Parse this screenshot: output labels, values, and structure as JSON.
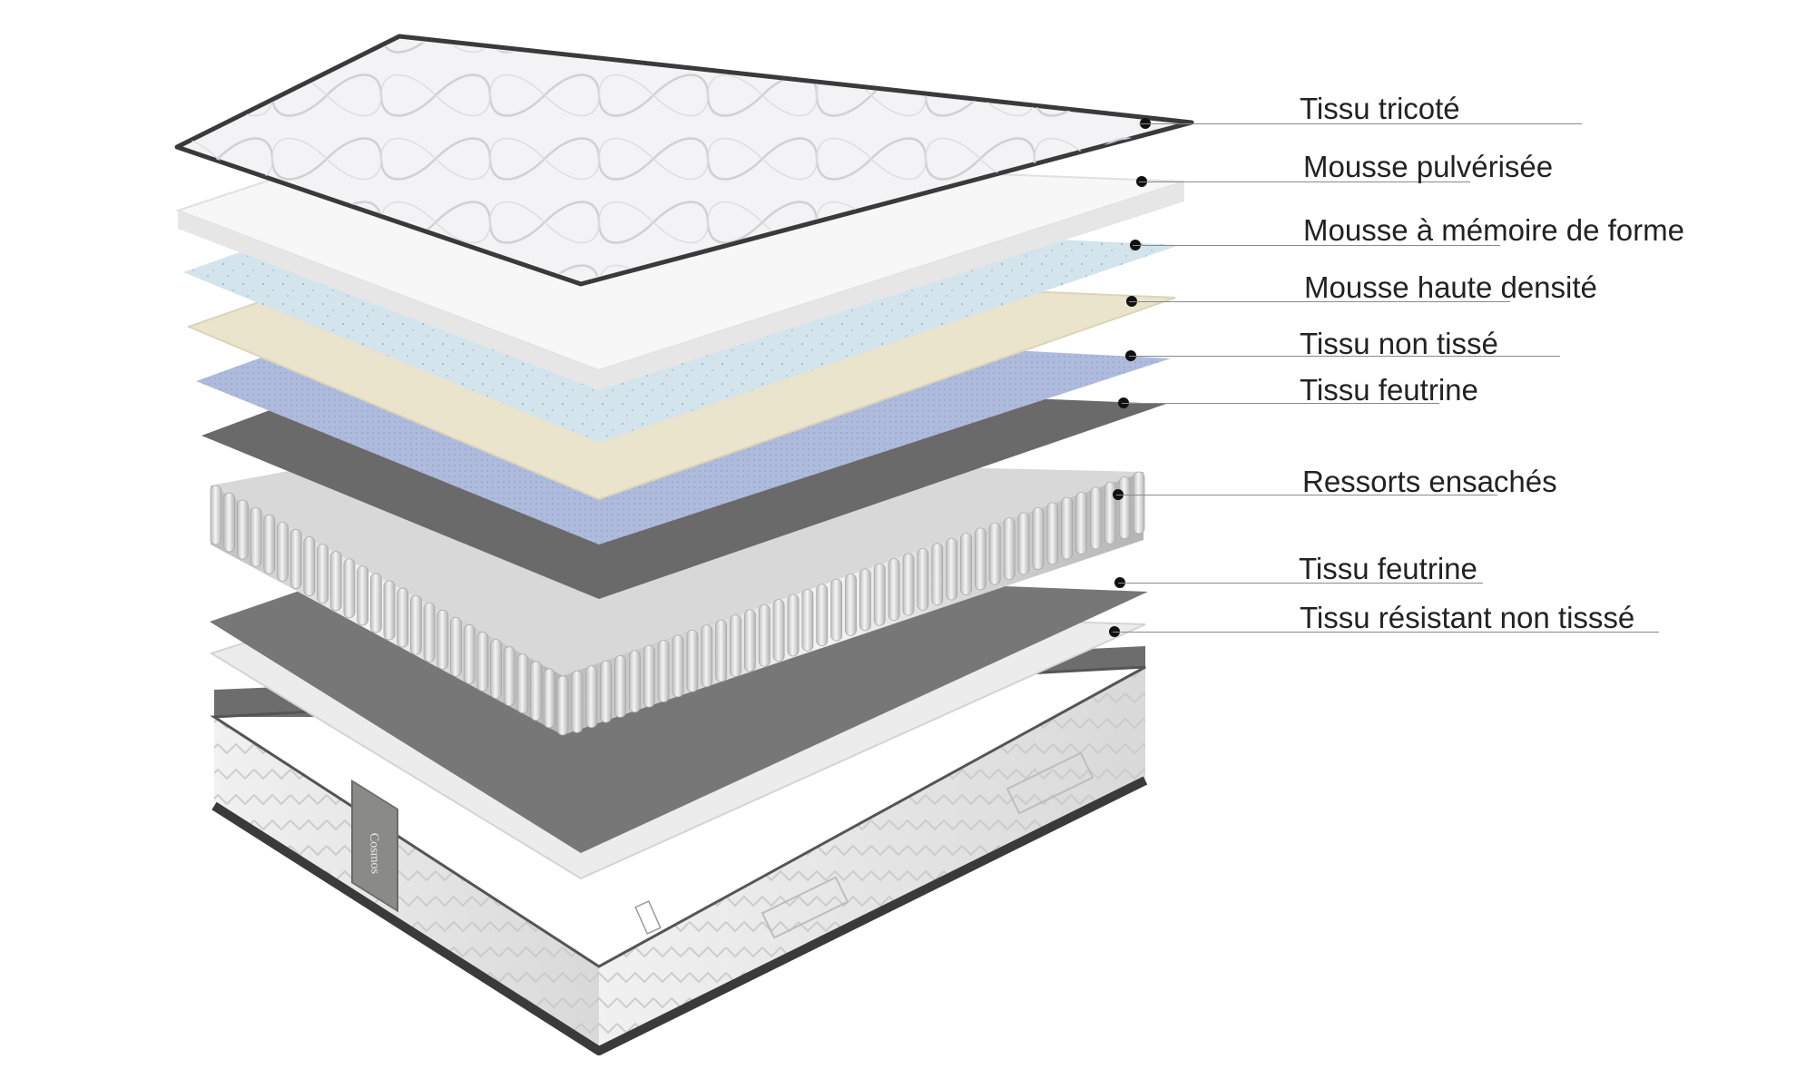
{
  "layers": [
    {
      "label": "Tissu tricoté"
    },
    {
      "label": "Mousse pulvérisée"
    },
    {
      "label": "Mousse à mémoire de forme"
    },
    {
      "label": "Mousse haute densité"
    },
    {
      "label": "Tissu non tissé"
    },
    {
      "label": "Tissu feutrine"
    },
    {
      "label": "Ressorts ensachés"
    },
    {
      "label": "Tissu feutrine"
    },
    {
      "label": "Tissu résistant non tisssé"
    }
  ],
  "brand_label": "Cosmos",
  "colors": {
    "knit_top": "#f2f2f4",
    "spray_foam": "#f8f8f8",
    "memory_foam": "#cfe2ea",
    "high_density": "#ede6cf",
    "nonwoven": "#aab8d8",
    "felt": "#6f6f6f",
    "springs": "#dedede",
    "base_side": "#e9e9e9",
    "base_border": "#3a3a3a",
    "leader": "#8a8a8a",
    "dot": "#111111"
  }
}
